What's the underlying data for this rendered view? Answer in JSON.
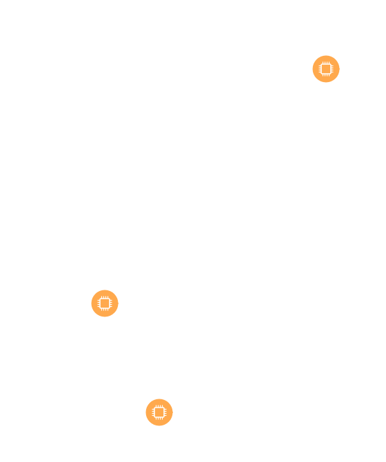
{
  "diagram": {
    "background_color": "#ffffff",
    "node_color": "#ffa94d",
    "icon_color": "#ffffff",
    "nodes": [
      {
        "id": "node-1",
        "icon": "cpu-chip-icon",
        "label": ""
      },
      {
        "id": "node-2",
        "icon": "cpu-chip-icon",
        "label": ""
      },
      {
        "id": "node-3",
        "icon": "cpu-chip-icon",
        "label": ""
      }
    ]
  }
}
